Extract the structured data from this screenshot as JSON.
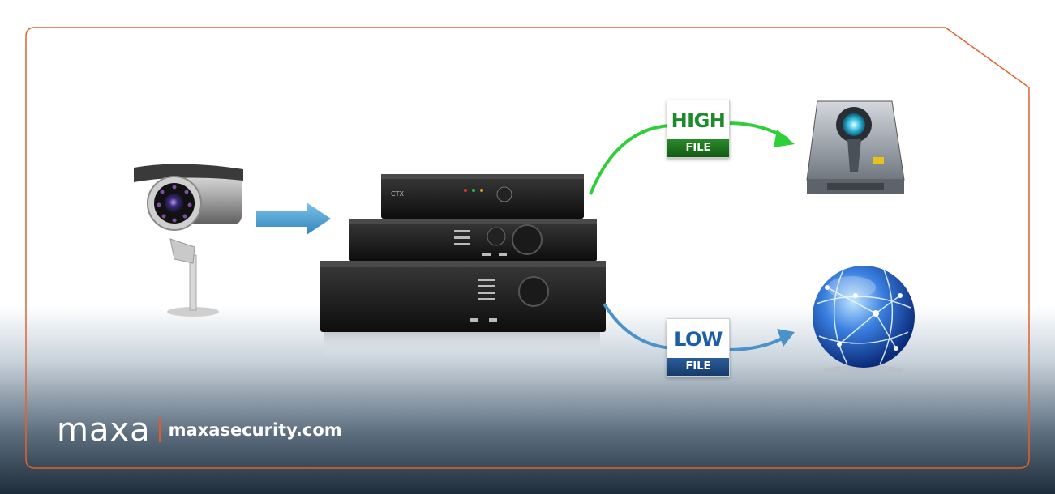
{
  "badges": {
    "high": {
      "word": "HIGH",
      "sub": "FILE"
    },
    "low": {
      "word": "LOW",
      "sub": "FILE"
    }
  },
  "dvr_brand": "CTX",
  "footer": {
    "logo": "maxa",
    "site": "maxasecurity.com"
  },
  "colors": {
    "frame_border": "#e0622e",
    "high_arrow": "#2fcf3a",
    "low_arrow": "#4a92c9",
    "flow_arrow": "#4aa3d0"
  }
}
